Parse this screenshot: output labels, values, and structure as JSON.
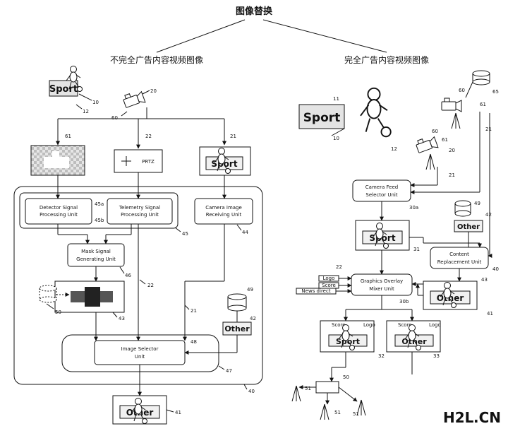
{
  "title": "图像替换",
  "left_heading": "不完全广告内容视频图像",
  "right_heading": "完全广告内容视频图像",
  "texts": {
    "detector_line1": "Detector Signal",
    "detector_line2": "Processing Unit",
    "telemetry_line1": "Telemetry Signal",
    "telemetry_line2": "Processing Unit",
    "camera_recv_line1": "Camera Image",
    "camera_recv_line2": "Receiving Unit",
    "mask_line1": "Mask Signal",
    "mask_line2": "Generating Unit",
    "selector_line1": "Image Selector",
    "selector_line2": "Unit",
    "prtz": "PRTZ",
    "sport": "Sport",
    "other": "Other",
    "cam_feed_line1": "Camera Feed",
    "cam_feed_line2": "Selector Unit",
    "overlay_line1": "Graphics Overlay",
    "overlay_line2": "Mixer Unit",
    "content_line1": "Content",
    "content_line2": "Replacement Unit",
    "logo": "Logo",
    "score": "Score",
    "news": "News direct",
    "watermark_h2l": "H2L",
    "watermark_cn": ".CN"
  },
  "refs": {
    "n10a": "10",
    "n12a": "12",
    "n20a": "20",
    "n60a": "60",
    "n61a": "61",
    "n22a": "22",
    "n21a": "21",
    "n45a": "45a",
    "n45b": "45b",
    "n45": "45",
    "n44": "44",
    "n46": "46",
    "n22b": "22",
    "n43": "43",
    "n50a": "50",
    "n49a": "49",
    "n42a": "42",
    "n21b": "21",
    "n48": "48",
    "n47": "47",
    "n40a": "40",
    "n41a": "41",
    "n11": "11",
    "n10b": "10",
    "n12b": "12",
    "n60b": "60",
    "n65": "65",
    "n61b": "61",
    "n21c": "21",
    "n60c": "60",
    "n61c": "61",
    "n20b": "20",
    "n21d": "21",
    "n30a": "30a",
    "n49b": "49",
    "n42b": "42",
    "n31": "31",
    "n22c": "22",
    "n40b": "40",
    "n43b": "43",
    "n30b": "30b",
    "n41b": "41",
    "n32": "32",
    "n33": "33",
    "n50b": "50",
    "n51a": "51",
    "n51b": "51",
    "n51c": "51"
  }
}
